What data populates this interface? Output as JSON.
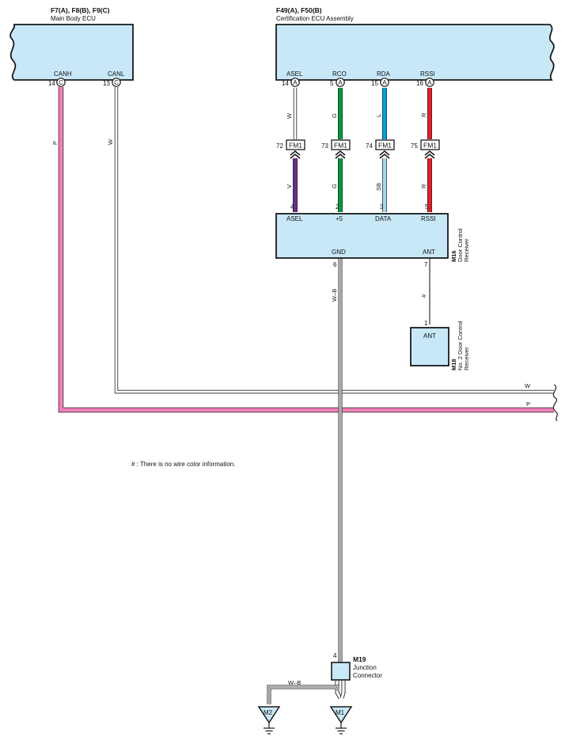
{
  "components": {
    "main_body_ecu": {
      "code": "F7(A), F8(B), F9(C)",
      "name": "Main Body ECU",
      "pins": [
        {
          "label": "CANH",
          "number": "14",
          "conn": "C"
        },
        {
          "label": "CANL",
          "number": "13",
          "conn": "C"
        }
      ]
    },
    "cert_ecu": {
      "code": "F49(A), F50(B)",
      "name": "Certification ECU Assembly",
      "pins": [
        {
          "label": "ASEL",
          "number": "14",
          "conn": "A"
        },
        {
          "label": "RCO",
          "number": "5",
          "conn": "A"
        },
        {
          "label": "RDA",
          "number": "15",
          "conn": "A"
        },
        {
          "label": "RSSI",
          "number": "16",
          "conn": "A"
        }
      ]
    },
    "door_control_receiver": {
      "code": "M16",
      "name_line1": "Door Control",
      "name_line2": "Receiver",
      "top_pins": [
        {
          "label": "ASEL",
          "number": "4"
        },
        {
          "label": "+5",
          "number": "2"
        },
        {
          "label": "DATA",
          "number": "3"
        },
        {
          "label": "RSSI",
          "number": "5"
        }
      ],
      "bottom_pins": [
        {
          "label": "GND",
          "number": "6"
        },
        {
          "label": "ANT",
          "number": "7"
        }
      ]
    },
    "no2_door_control_receiver": {
      "code": "M18",
      "name_line1": "No. 2 Door Control",
      "name_line2": "Receiver",
      "pin_label": "ANT",
      "pin_number": "1"
    },
    "junction_connector": {
      "code": "M19",
      "name_line1": "Junction",
      "name_line2": "Connector",
      "pin_number": "4"
    }
  },
  "connectors": [
    {
      "code": "FM1",
      "number": "72"
    },
    {
      "code": "FM1",
      "number": "73"
    },
    {
      "code": "FM1",
      "number": "74"
    },
    {
      "code": "FM1",
      "number": "75"
    }
  ],
  "grounds": [
    {
      "label": "M2"
    },
    {
      "label": "M1"
    }
  ],
  "wires": {
    "canh": {
      "color_code": "P",
      "hex": "#f080b8"
    },
    "canl": {
      "color_code": "W",
      "hex": "#ffffff"
    },
    "asel_upper": {
      "color_code": "W",
      "hex": "#ffffff"
    },
    "asel_lower": {
      "color_code": "V",
      "hex": "#6a2c91"
    },
    "rco_upper": {
      "color_code": "G",
      "hex": "#009a44"
    },
    "rco_lower": {
      "color_code": "G",
      "hex": "#009a44"
    },
    "rda_upper": {
      "color_code": "L",
      "hex": "#00a0e0"
    },
    "rda_lower": {
      "color_code": "SB",
      "hex": "#a6d8f0"
    },
    "rssi_upper": {
      "color_code": "R",
      "hex": "#e3202a"
    },
    "rssi_lower": {
      "color_code": "R",
      "hex": "#e3202a"
    },
    "gnd": {
      "color_code": "W–B",
      "hex": "#ffffff"
    },
    "ant": {
      "color_code": "#",
      "hex": "#333333"
    },
    "ground_link": {
      "color_code": "W–B",
      "hex": "#ffffff"
    },
    "right_w": {
      "color_code": "W"
    },
    "right_p": {
      "color_code": "P"
    }
  },
  "note": "# : There is no wire color information.",
  "colors": {
    "box_fill": "#c8e8f8",
    "outline": "#1a1a1a"
  }
}
